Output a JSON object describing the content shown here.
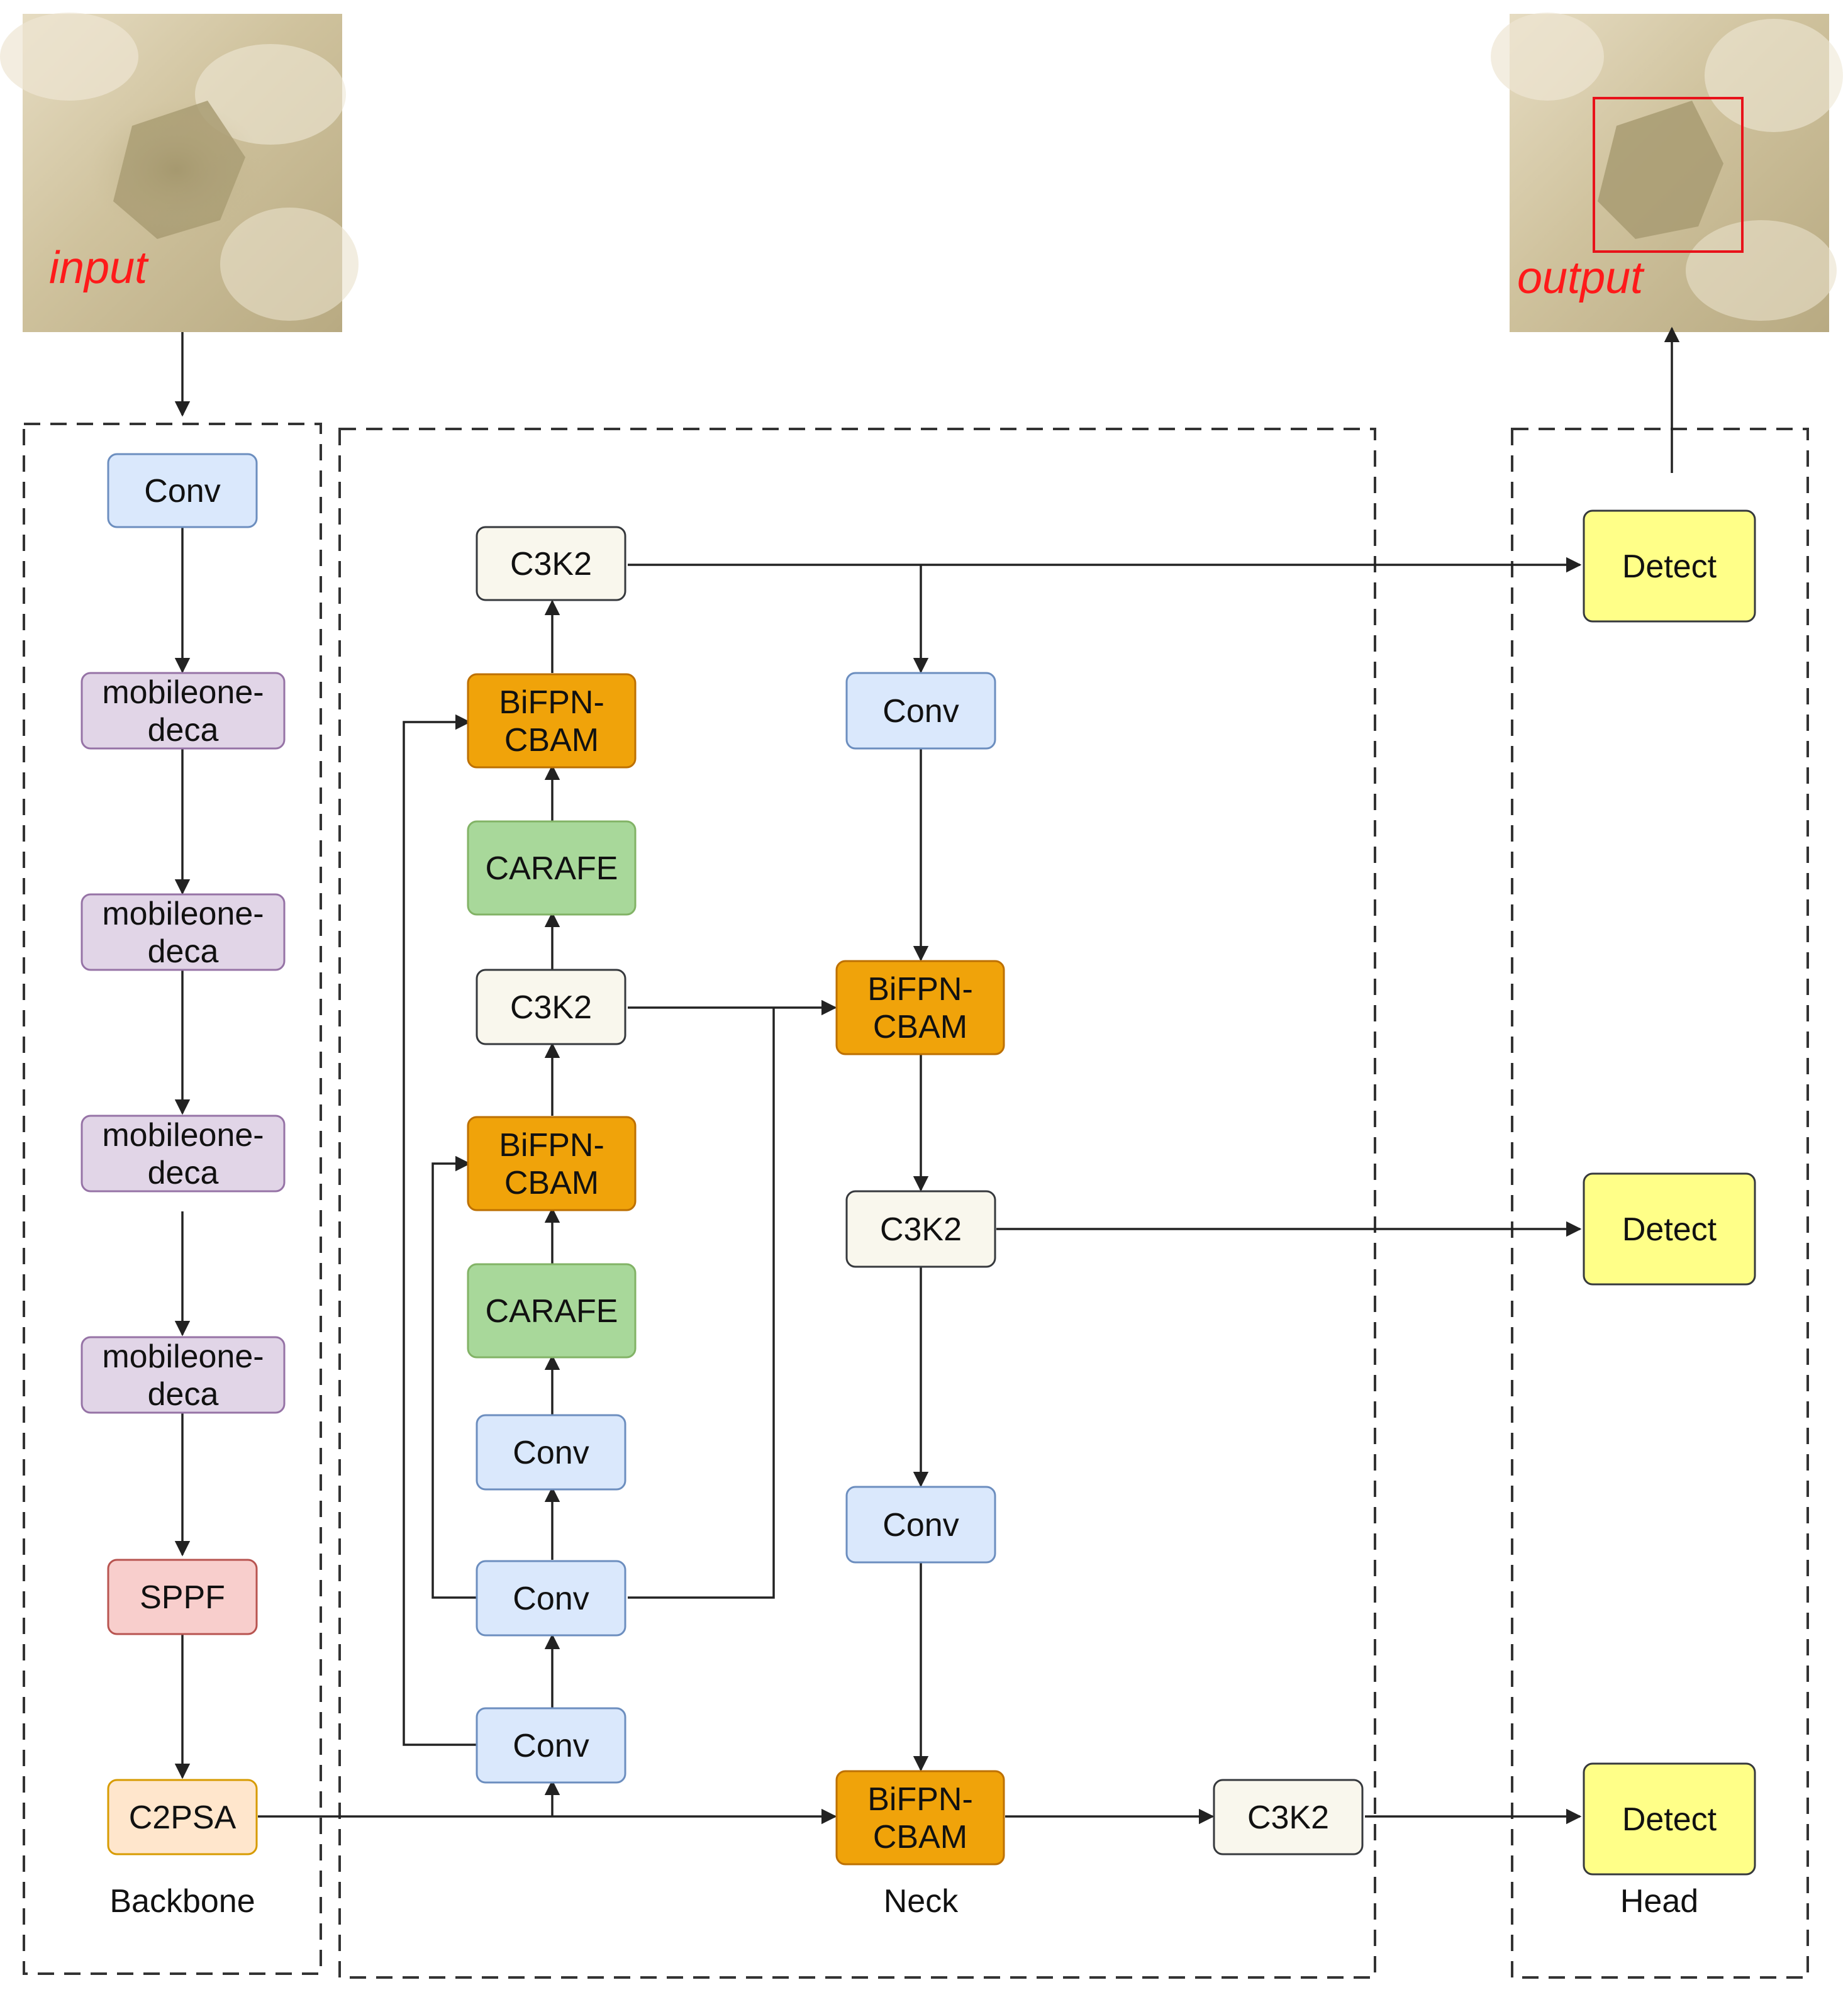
{
  "images": {
    "input_label": "input",
    "output_label": "output"
  },
  "sections": {
    "backbone": "Backbone",
    "neck": "Neck",
    "head": "Head"
  },
  "node_styles": {
    "conv": {
      "fill": "#dae8fc",
      "stroke": "#6c8ebf"
    },
    "mobile": {
      "fill": "#e1d5e7",
      "stroke": "#9673a6"
    },
    "sppf": {
      "fill": "#f8cecc",
      "stroke": "#b85450"
    },
    "c2psa": {
      "fill": "#ffe6cc",
      "stroke": "#d79b00"
    },
    "c3k2": {
      "fill": "#f9f7ed",
      "stroke": "#36393d"
    },
    "bifpn": {
      "fill": "#f0a30a",
      "stroke": "#bd7000"
    },
    "carafe": {
      "fill": "#a8d89a",
      "stroke": "#82b366"
    },
    "detect": {
      "fill": "#ffff88",
      "stroke": "#36393d"
    }
  },
  "nodes": {
    "bb_conv": [
      "Conv"
    ],
    "bb_mob1": [
      "mobileone-",
      "deca"
    ],
    "bb_mob2": [
      "mobileone-",
      "deca"
    ],
    "bb_mob3": [
      "mobileone-",
      "deca"
    ],
    "bb_mob4": [
      "mobileone-",
      "deca"
    ],
    "bb_sppf": [
      "SPPF"
    ],
    "bb_c2psa": [
      "C2PSA"
    ],
    "n_c3k2_top": [
      "C3K2"
    ],
    "n_bifpn1": [
      "BiFPN-",
      "CBAM"
    ],
    "n_carafe1": [
      "CARAFE"
    ],
    "n_c3k2_mid": [
      "C3K2"
    ],
    "n_bifpn2": [
      "BiFPN-",
      "CBAM"
    ],
    "n_carafe2": [
      "CARAFE"
    ],
    "n_conv_a": [
      "Conv"
    ],
    "n_conv_b": [
      "Conv"
    ],
    "n_conv_c": [
      "Conv"
    ],
    "n_conv_r1": [
      "Conv"
    ],
    "n_bifpn_r1": [
      "BiFPN-",
      "CBAM"
    ],
    "n_c3k2_r": [
      "C3K2"
    ],
    "n_conv_r2": [
      "Conv"
    ],
    "n_bifpn_r2": [
      "BiFPN-",
      "CBAM"
    ],
    "n_c3k2_bot": [
      "C3K2"
    ],
    "h_detect1": [
      "Detect"
    ],
    "h_detect2": [
      "Detect"
    ],
    "h_detect3": [
      "Detect"
    ]
  }
}
